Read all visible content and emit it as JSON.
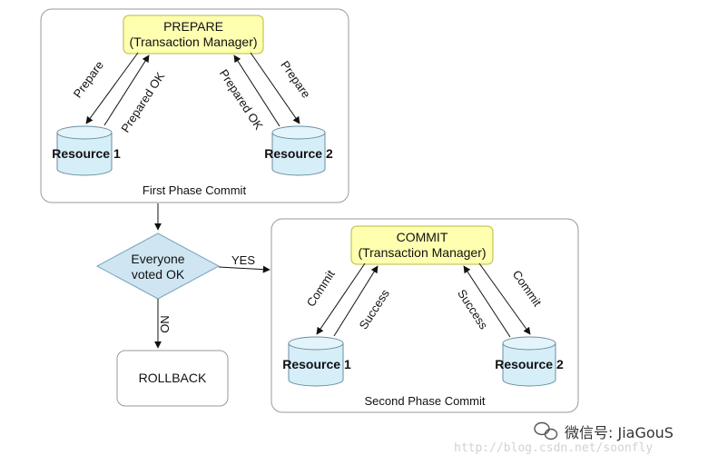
{
  "phase1": {
    "manager_title": "PREPARE",
    "manager_subtitle": "(Transaction Manager)",
    "resource1": "Resource 1",
    "resource2": "Resource 2",
    "arrow_prepare_left": "Prepare",
    "arrow_prepared_ok_left": "Prepared OK",
    "arrow_prepared_ok_right": "Prepared OK",
    "arrow_prepare_right": "Prepare",
    "caption": "First Phase Commit"
  },
  "decision": {
    "line1": "Everyone",
    "line2": "voted OK",
    "yes_label": "YES",
    "no_label": "NO"
  },
  "rollback": {
    "label": "ROLLBACK"
  },
  "phase2": {
    "manager_title": "COMMIT",
    "manager_subtitle": "(Transaction Manager)",
    "resource1": "Resource 1",
    "resource2": "Resource 2",
    "arrow_commit_left": "Commit",
    "arrow_success_left": "Success",
    "arrow_success_right": "Success",
    "arrow_commit_right": "Commit",
    "caption": "Second Phase Commit"
  },
  "watermark": {
    "brand": "微信号: JiaGouS",
    "url": "http://blog.csdn.net/soonfly"
  },
  "colors": {
    "manager_fill": "#ffffb0",
    "manager_stroke": "#b8b840",
    "resource_fill": "#d6eef8",
    "diamond_fill": "#cfe6f2",
    "frame_stroke": "#9a9a9a"
  }
}
